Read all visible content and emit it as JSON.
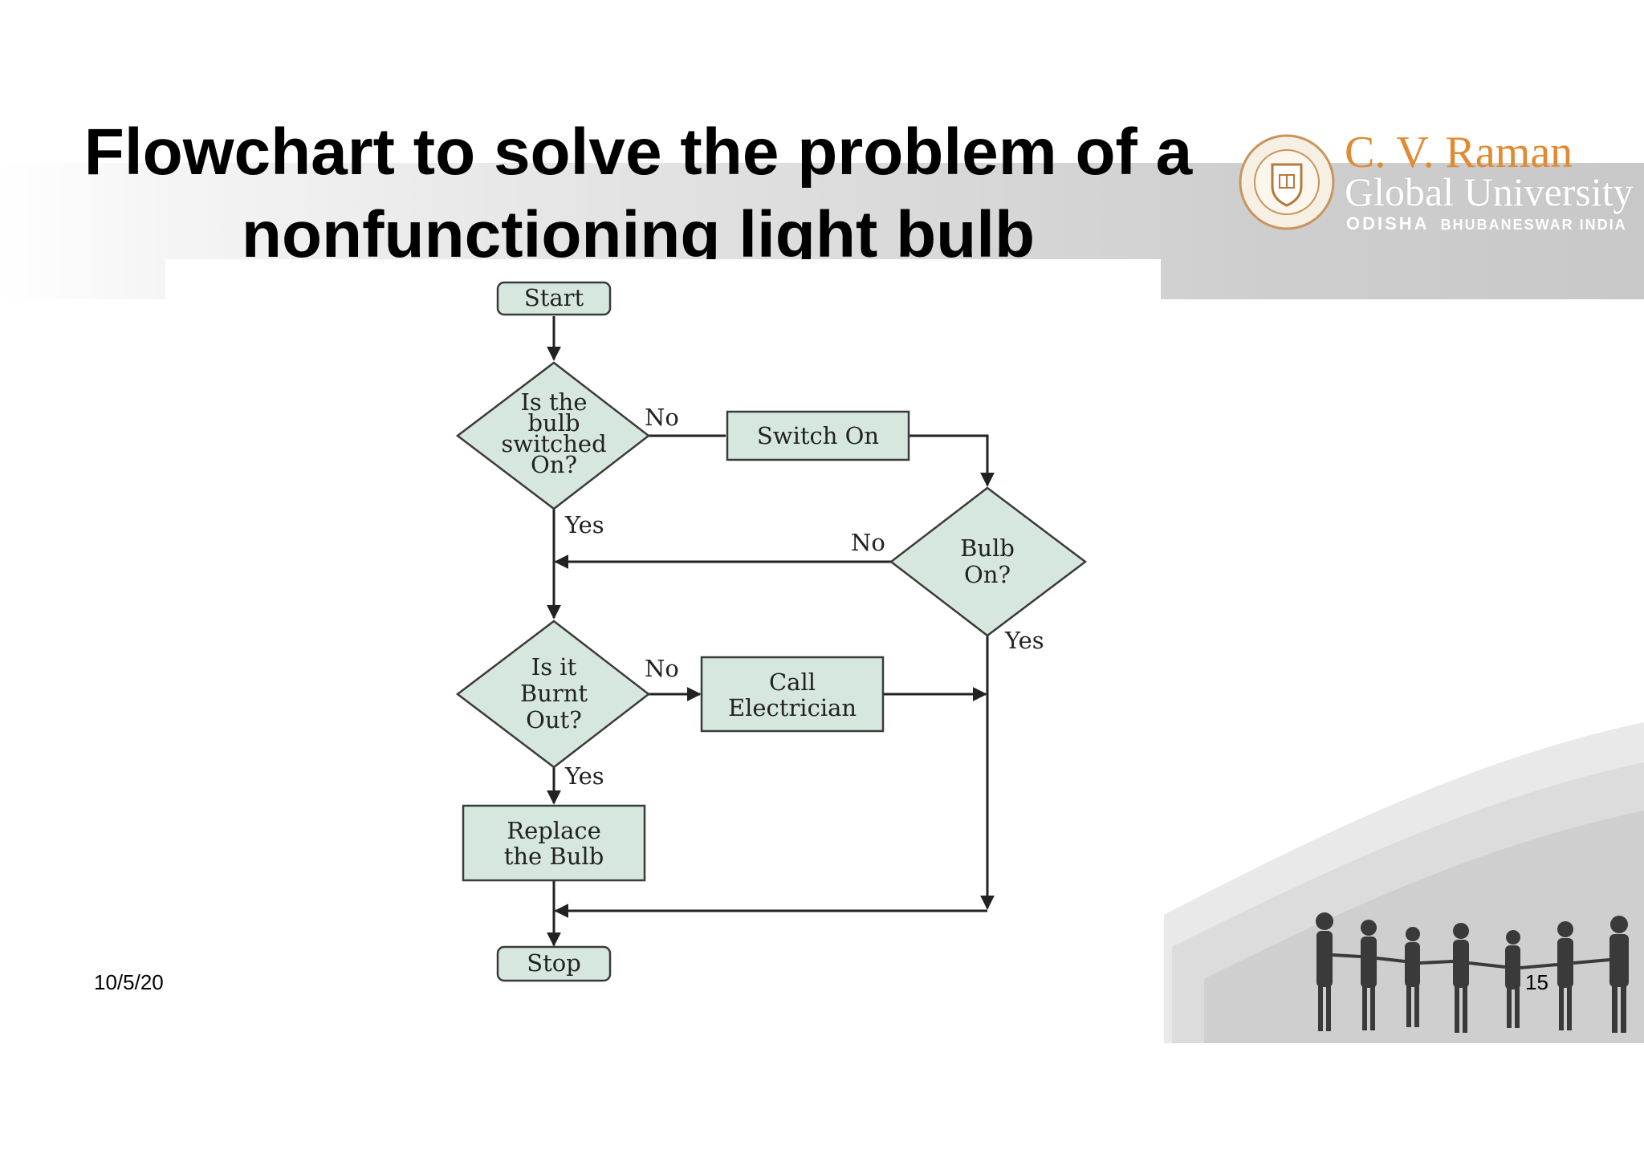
{
  "slide": {
    "title_line1": "Flowchart to solve the problem of  a",
    "title_line2": "nonfunctioning light bulb",
    "date": "10/5/20",
    "page_number": "15"
  },
  "logo": {
    "name": "C. V. Raman",
    "subtitle": "Global University",
    "state": "ODISHA",
    "location": "BHUBANESWAR  INDIA"
  },
  "flowchart": {
    "start": "Start",
    "decision_switched": [
      "Is the",
      "bulb",
      "switched",
      "On?"
    ],
    "switch_on": "Switch On",
    "decision_bulb_on": [
      "Bulb",
      "On?"
    ],
    "decision_burnt": [
      "Is it",
      "Burnt",
      "Out?"
    ],
    "call_electrician": [
      "Call",
      "Electrician"
    ],
    "replace_bulb": [
      "Replace",
      "the Bulb"
    ],
    "stop": "Stop",
    "label_no_1": "No",
    "label_yes_1": "Yes",
    "label_no_2": "No",
    "label_yes_2": "Yes",
    "label_no_3": "No",
    "label_yes_3": "Yes"
  }
}
